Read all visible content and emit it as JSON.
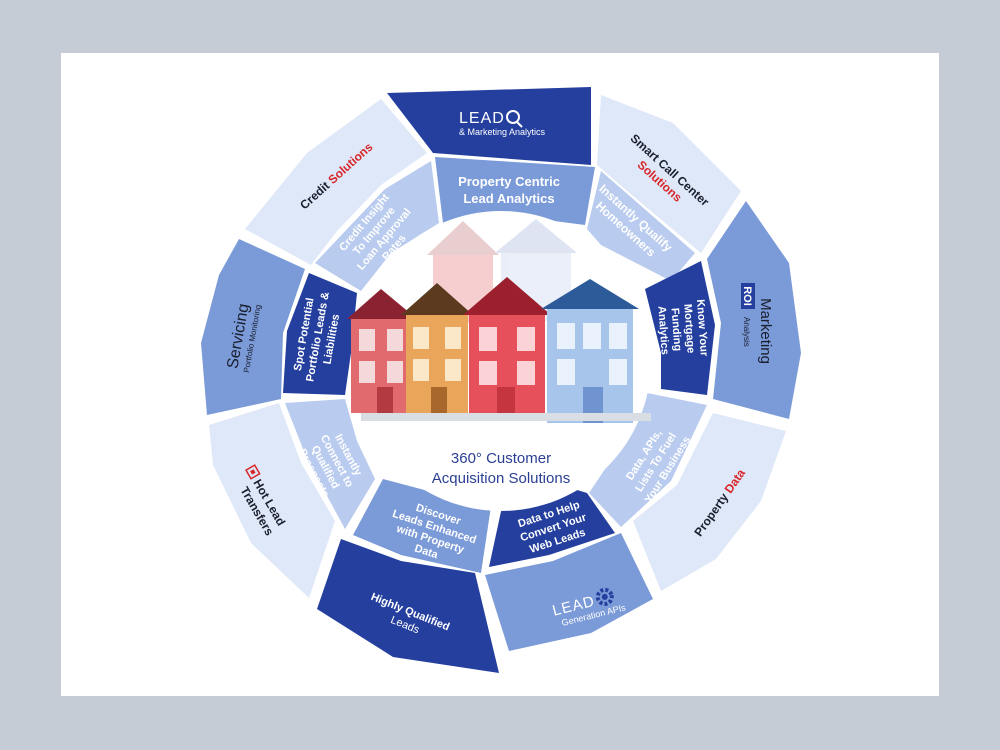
{
  "center": {
    "title_line1": "360° Customer",
    "title_line2": "Acquisition Solutions"
  },
  "outer_ring": [
    {
      "id": "lead-analytics",
      "brand": "LEAD",
      "brand_sub": "& Marketing Analytics",
      "icon": "magnifier-icon"
    },
    {
      "id": "smart-call-center",
      "line1": "Smart Call Center",
      "line2": "Solutions"
    },
    {
      "id": "marketing-roi",
      "line1": "Marketing",
      "roi": "ROI",
      "line2": "Analysis"
    },
    {
      "id": "property-data",
      "part1": "Property ",
      "part2": "Data"
    },
    {
      "id": "lead-generation-apis",
      "brand": "LEAD",
      "brand_sub": "Generation APIs",
      "icon": "gear-icon"
    },
    {
      "id": "highly-qualified-leads",
      "line1": "Highly Qualified",
      "line2": "Leads"
    },
    {
      "id": "hot-lead-transfers",
      "line1": "Hot Lead",
      "line2": "Transfers",
      "icon": "lead-logo-icon"
    },
    {
      "id": "servicing",
      "line1": "Servicing",
      "line2": "Portfolio Monitoring"
    },
    {
      "id": "credit-solutions",
      "part1": "Credit ",
      "part2": "Solutions"
    }
  ],
  "inner_ring": [
    {
      "id": "property-centric",
      "line1": "Property Centric",
      "line2": "Lead Analytics"
    },
    {
      "id": "qualify-homeowners",
      "line1": "Instantly Qualify",
      "line2": "Homeowners"
    },
    {
      "id": "mortgage-funding",
      "line1": "Know Your",
      "line2": "Mortgage",
      "line3": "Funding",
      "line4": "Analytics"
    },
    {
      "id": "data-apis",
      "line1": "Data, APIs,",
      "line2": "Lists To Fuel",
      "line3": "Your Business"
    },
    {
      "id": "convert-web-leads",
      "line1": "Data to Help",
      "line2": "Convert Your",
      "line3": "Web Leads"
    },
    {
      "id": "discover-leads",
      "line1": "Discover",
      "line2": "Leads Enhanced",
      "line3": "with Property",
      "line4": "Data"
    },
    {
      "id": "connect-prospects",
      "line1": "Instantly",
      "line2": "Connect to",
      "line3": "Qualified",
      "line4": "Prospects"
    },
    {
      "id": "portfolio-leads",
      "line1": "Spot Potential",
      "line2": "Portfolio Leads &",
      "line3": "Liabilities"
    },
    {
      "id": "credit-insight",
      "line1": "Credit Insight",
      "line2": "To Improve",
      "line3": "Loan Approval",
      "line4": "Rates"
    }
  ],
  "colors": {
    "dark_blue": "#243f9e",
    "mid_blue": "#7b9ad8",
    "light_blue": "#d4e0f6",
    "accent_red": "#d7262a",
    "text_dark": "#1a1f2e"
  }
}
